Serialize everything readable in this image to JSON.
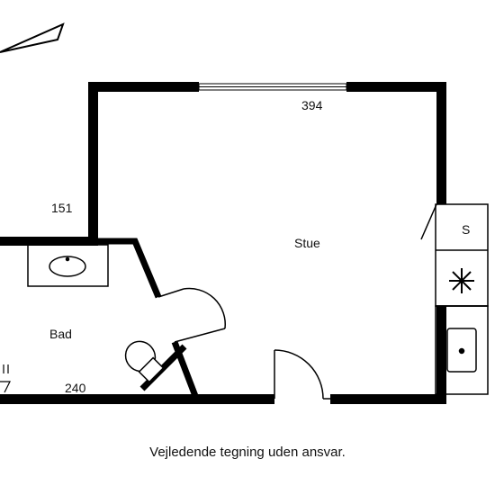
{
  "plan": {
    "rooms": {
      "living_room": "Stue",
      "bathroom": "Bad"
    },
    "dimensions": {
      "top_wall": "394",
      "left_wall": "151",
      "bottom_wall": "240"
    },
    "fixtures": {
      "stove_marker": "S"
    },
    "disclaimer": "Vejledende tegning uden ansvar."
  }
}
